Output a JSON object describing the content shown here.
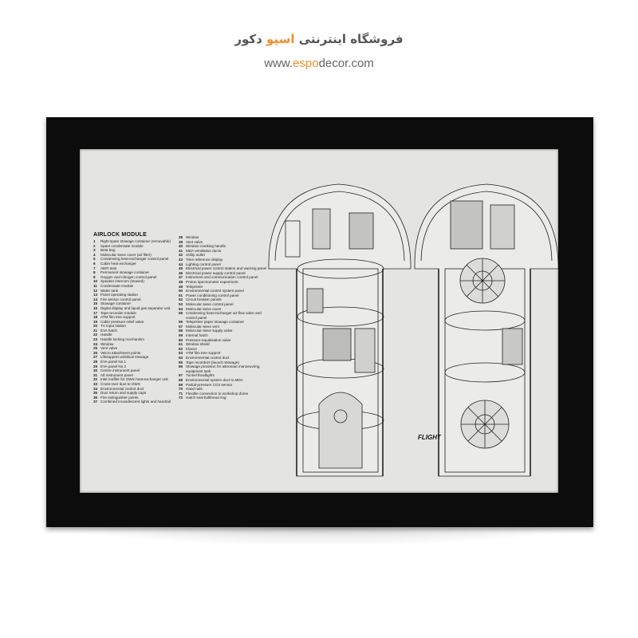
{
  "header": {
    "store_name_before": "فروشگاه اینترنتی ",
    "store_name_accent": "اسپو",
    "store_name_after": " دکور",
    "url_prefix": "www.",
    "url_accent": "espo",
    "url_suffix": "decor.com",
    "accent_color": "#f28c28"
  },
  "print": {
    "title": "AIRLOCK MODULE",
    "logo": "FLIGHT",
    "items_col1": [
      {
        "n": "1",
        "t": "Right spare stowage container (removable)"
      },
      {
        "n": "2",
        "t": "Spare condensate module"
      },
      {
        "n": "3",
        "t": "Beta bag"
      },
      {
        "n": "4",
        "t": "Molecular sieve cover (air filter)"
      },
      {
        "n": "5",
        "t": "Condensing heat-exchanger control panel"
      },
      {
        "n": "6",
        "t": "Cabin heat exchanger"
      },
      {
        "n": "7",
        "t": "AEPI tank"
      },
      {
        "n": "8",
        "t": "Permanent stowage container"
      },
      {
        "n": "9",
        "t": "Oxygen and nitrogen control panel"
      },
      {
        "n": "10",
        "t": "Speaker intercom (stowed)"
      },
      {
        "n": "11",
        "t": "Condensate module"
      },
      {
        "n": "12",
        "t": "Water tank"
      },
      {
        "n": "13",
        "t": "Panel operating station"
      },
      {
        "n": "14",
        "t": "Fire sensor control panel"
      },
      {
        "n": "15",
        "t": "Stowage container"
      },
      {
        "n": "16",
        "t": "Digital display and liquid gas separator unit"
      },
      {
        "n": "17",
        "t": "Tape-recorder module"
      },
      {
        "n": "18",
        "t": "ATM film tree support"
      },
      {
        "n": "19",
        "t": "Cabin pressure relief valve"
      },
      {
        "n": "20",
        "t": "TV input station"
      },
      {
        "n": "21",
        "t": "EVA hatch"
      },
      {
        "n": "22",
        "t": "Handle"
      },
      {
        "n": "23",
        "t": "Handle locking mechanism"
      },
      {
        "n": "24",
        "t": "Window"
      },
      {
        "n": "25",
        "t": "Vent valve"
      },
      {
        "n": "26",
        "t": "Velcro attachment points"
      },
      {
        "n": "27",
        "t": "Lifesupport umbilical stowage"
      },
      {
        "n": "28",
        "t": "EVA panel No 1"
      },
      {
        "n": "29",
        "t": "EVA panel No 2"
      },
      {
        "n": "30",
        "t": "Centre instrument panel"
      },
      {
        "n": "31",
        "t": "Aft instrument panel"
      },
      {
        "n": "32",
        "t": "Inlet muffler for OWS heat-exchanger unit"
      },
      {
        "n": "33",
        "t": "Cross-over duct to OWS"
      },
      {
        "n": "34",
        "t": "Environmental control duct"
      },
      {
        "n": "35",
        "t": "Duct return and supply caps"
      },
      {
        "n": "36",
        "t": "Fire extinguisher points"
      },
      {
        "n": "37",
        "t": "Combined incandescent lights and handrail"
      }
    ],
    "items_col2": [
      {
        "n": "38",
        "t": "Window"
      },
      {
        "n": "39",
        "t": "Vent valve"
      },
      {
        "n": "40",
        "t": "Window cranking handle"
      },
      {
        "n": "41",
        "t": "MDA ventilation ducts"
      },
      {
        "n": "42",
        "t": "Utility outlet"
      },
      {
        "n": "43",
        "t": "Time reference display"
      },
      {
        "n": "44",
        "t": "Lighting control panel"
      },
      {
        "n": "45",
        "t": "Electrical power control station and warning panel"
      },
      {
        "n": "46",
        "t": "Electrical power supply control panel"
      },
      {
        "n": "47",
        "t": "Instrument and communication control panel"
      },
      {
        "n": "48",
        "t": "Proton spectrometer experiment"
      },
      {
        "n": "49",
        "t": "Teleprinter"
      },
      {
        "n": "50",
        "t": "Environmental control system panel"
      },
      {
        "n": "51",
        "t": "Power conditioning control panel"
      },
      {
        "n": "52",
        "t": "Circuit breaker panels"
      },
      {
        "n": "53",
        "t": "Molecular sieve control panel"
      },
      {
        "n": "54",
        "t": "Molecular sieve cover"
      },
      {
        "n": "55",
        "t": "Condensing heat-exchanger air-flow valve and control panel"
      },
      {
        "n": "56",
        "t": "Teleprinter paper stowage container"
      },
      {
        "n": "57",
        "t": "Molecular sieve vent"
      },
      {
        "n": "58",
        "t": "Molecular sieve supply valve"
      },
      {
        "n": "59",
        "t": "Internal hatch"
      },
      {
        "n": "60",
        "t": "Pressure-equalisation valve"
      },
      {
        "n": "61",
        "t": "Window shield"
      },
      {
        "n": "62",
        "t": "Klaxon"
      },
      {
        "n": "63",
        "t": "ATM film tree support"
      },
      {
        "n": "64",
        "t": "Environmental control duct"
      },
      {
        "n": "65",
        "t": "Tape recorders (launch stowage)"
      },
      {
        "n": "66",
        "t": "Stowage provision for astronaut manoeuvring equipment tank"
      },
      {
        "n": "67",
        "t": "Tunnel floodlights"
      },
      {
        "n": "68",
        "t": "Environmental system duct to MDA"
      },
      {
        "n": "69",
        "t": "Partial-pressure CO2 sensor"
      },
      {
        "n": "70",
        "t": "Hand rails"
      },
      {
        "n": "71",
        "t": "Flexible connection to workshop dome"
      },
      {
        "n": "72",
        "t": "Hatch seal bulkhead ring"
      }
    ]
  }
}
